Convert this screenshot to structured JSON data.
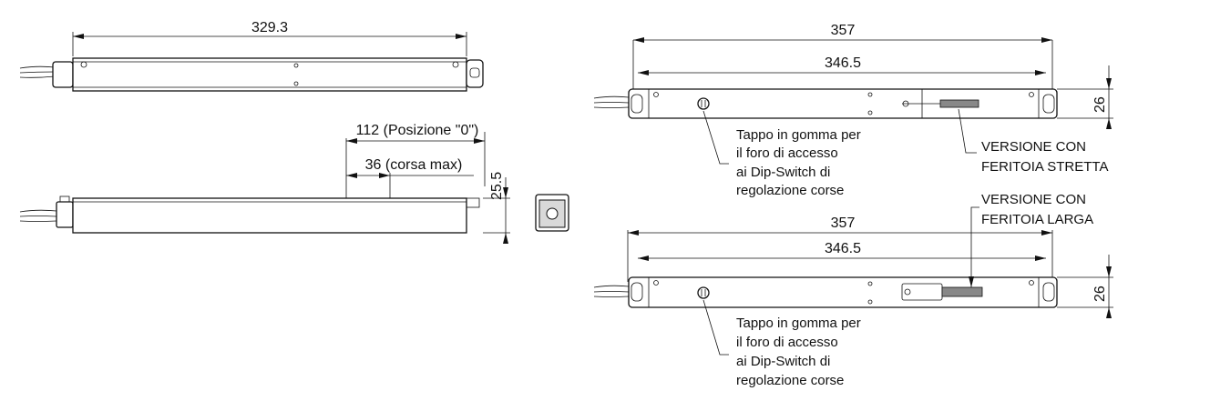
{
  "left_view": {
    "overall_length": "329.3",
    "position_zero_label": "112 (Posizione \"0\")",
    "stroke_label": "36 (corsa max)",
    "height": "25.5"
  },
  "right_top": {
    "overall_length": "357",
    "inner_length": "346.5",
    "height": "26",
    "note_lines": [
      "Tappo in gomma per",
      "il foro di accesso",
      "ai Dip-Switch di",
      "regolazione corse"
    ],
    "version_lines": [
      "VERSIONE CON",
      "FERITOIA STRETTA"
    ]
  },
  "right_bottom": {
    "overall_length": "357",
    "inner_length": "346.5",
    "height": "26",
    "note_lines": [
      "Tappo in gomma per",
      "il foro di accesso",
      "ai Dip-Switch di",
      "regolazione corse"
    ],
    "version_lines": [
      "VERSIONE CON",
      "FERITOIA LARGA"
    ]
  }
}
